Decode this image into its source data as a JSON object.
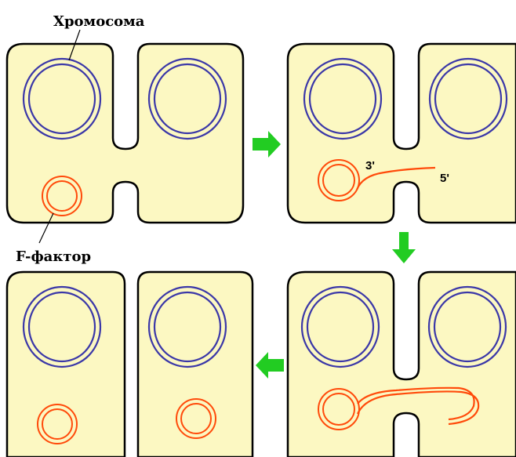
{
  "labels": {
    "chromosome": "Хромосома",
    "f_factor": "F-фактор",
    "end_3": "3'",
    "end_5": "5'"
  },
  "colors": {
    "cytoplasm": "#fcf8c2",
    "cell_outline": "#000000",
    "chromosome": "#3a37a8",
    "f_factor": "#ff4a0a",
    "arrow": "#22cc22"
  },
  "stages": [
    {
      "step": 1,
      "state": "conjugation bridge formed, F-factor in donor"
    },
    {
      "step": 2,
      "state": "F-factor nicked, single strand 5' end transferred"
    },
    {
      "step": 3,
      "state": "strand transfer continues into recipient"
    },
    {
      "step": 4,
      "state": "cells separated, both carry F-factor"
    }
  ]
}
